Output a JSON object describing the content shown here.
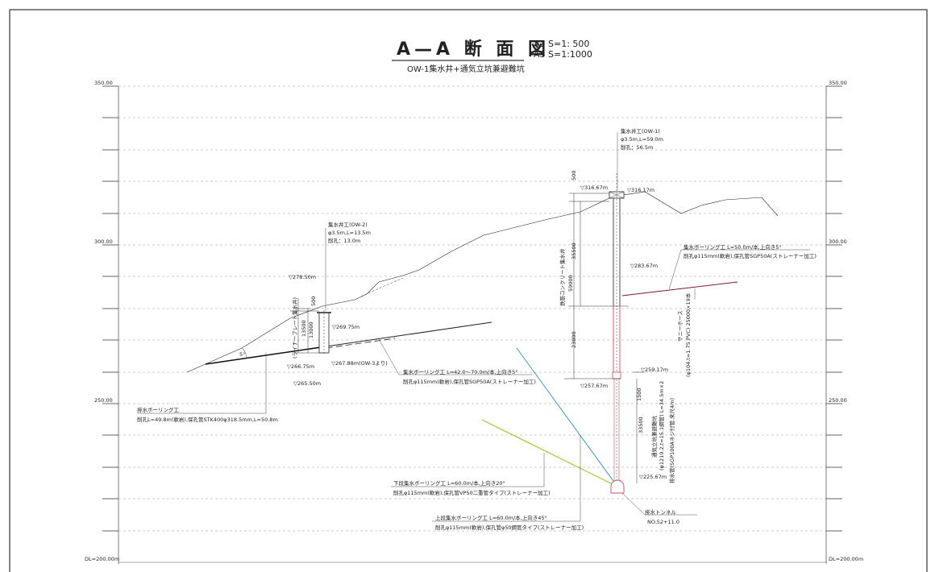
{
  "title": "A—A 断 面 図",
  "subtitle": "OW-1集水井+通気立坑兼避難坑",
  "scale": {
    "a1": "A1 S=1: 500",
    "a3": "A3 S=1:1000"
  },
  "axis": {
    "labels_left": [
      "350.00",
      "300.00",
      "250.00",
      "DL=200.00m"
    ],
    "labels_right": [
      "350.00",
      "300.00",
      "250.00",
      "DL=200.00m"
    ]
  },
  "ow2": {
    "title": "集水井工(OW-2)",
    "spec1": "φ3.5m,L=13.5m",
    "spec2": "削孔：13.0m",
    "top_elev": "▽278.50m",
    "dim_500": "500",
    "dim_13500": "13500",
    "dim_13000": "13000",
    "liner": "(ライナープレート集水井)",
    "elev_269": "▽269.75m",
    "elev_266": "▽266.75m",
    "elev_267": "▽267.88m(OW-3より)",
    "elev_265": "▽265.50m",
    "slope": "5°"
  },
  "ow1": {
    "title": "集水井工(OW-1)",
    "spec1": "φ3.5m,L=59.0m",
    "spec2": "削孔：56.5m",
    "top_left": "▽316.67m",
    "top_right": "▽316.17m",
    "dim_500": "500",
    "dim_35500": "35500",
    "dim_59000": "59000",
    "dim_23000": "23000",
    "label_main": "鉄筋コンクリート集水井",
    "elev_283": "▽283.67m",
    "elev_257": "▽257.67m",
    "elev_259": "▽259.17m",
    "dim_1500": "1500",
    "dim_33500": "33500",
    "elev_225": "▽225.67m"
  },
  "hose": {
    "line1": "サニーホース",
    "line2": "(φ104,t=1.75 PVC) 25000×19本"
  },
  "shaft": {
    "line1": "通気立坑兼避難坑",
    "line2": "(φ1219.2,t=15.1鋼管) L=34.5m×2",
    "pipe": "排水管(SGP100Aネジ付管,来尺4m)"
  },
  "notes": {
    "n1_title": "集水ボーリング工 L=50.0m/本,上向き5°",
    "n1_spec": "削孔φ115mm(軟岩),保孔管SGP50A(ストレーナー加工)",
    "n2_title": "集水ボーリング工 L=42.0～70.0m/本,上向き5°",
    "n2_spec": "削孔φ115mm(軟岩),保孔管SGP50A(ストレーナー加工)",
    "n3_title": "排水ボーリング工",
    "n3_spec": "削孔L=49.8m(軟岩),保孔管STK400φ318.5mm,L=50.8m",
    "n4_title": "下段集水ボーリング工 L=60.0m/本,上向き20°",
    "n4_spec": "削孔φ115mm(軟岩),保孔管VP50二重管タイプ(ストレーナー加工)",
    "n5_title": "上段集水ボーリング工 L=60.0m/本,上向き45°",
    "n5_spec": "削孔φ115mm(軟岩),保孔管φ50鋼管タイプ(ストレーナー加工)",
    "tunnel_title": "排水トンネル",
    "tunnel_no": "NO.52+11.0"
  },
  "colors": {
    "upper_boring": "#3a9ad9",
    "lower_boring": "#9ccc2a",
    "collecting_boring": "#7a1a2a",
    "lower_shaft": "#d94a5a"
  }
}
